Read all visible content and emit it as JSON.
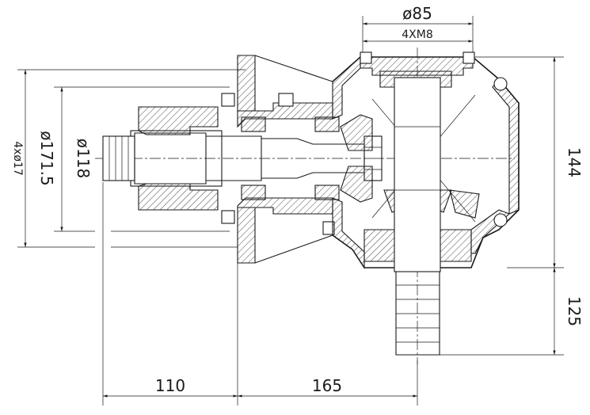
{
  "dimensions": {
    "top_diameter": "ø85",
    "top_thread": "4XM8",
    "outer_diameter": "ø171.5",
    "bolt_holes": "4xø17",
    "inner_diameter": "ø118",
    "right_height": "144",
    "lower_height": "125",
    "bottom_left": "110",
    "bottom_right": "165"
  }
}
